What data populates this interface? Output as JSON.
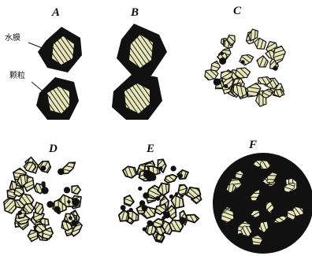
{
  "diagram": {
    "panels": [
      {
        "id": "A",
        "label": "A"
      },
      {
        "id": "B",
        "label": "B"
      },
      {
        "id": "C",
        "label": "C"
      },
      {
        "id": "D",
        "label": "D"
      },
      {
        "id": "E",
        "label": "E"
      },
      {
        "id": "F",
        "label": "F"
      }
    ],
    "annotations": {
      "water_film": "水膜",
      "particle": "颗粒"
    },
    "colors": {
      "ink": "#111111",
      "particle_fill": "#e8e6b8",
      "hatch": "#1a1a1a",
      "paper": "#ffffff"
    }
  }
}
